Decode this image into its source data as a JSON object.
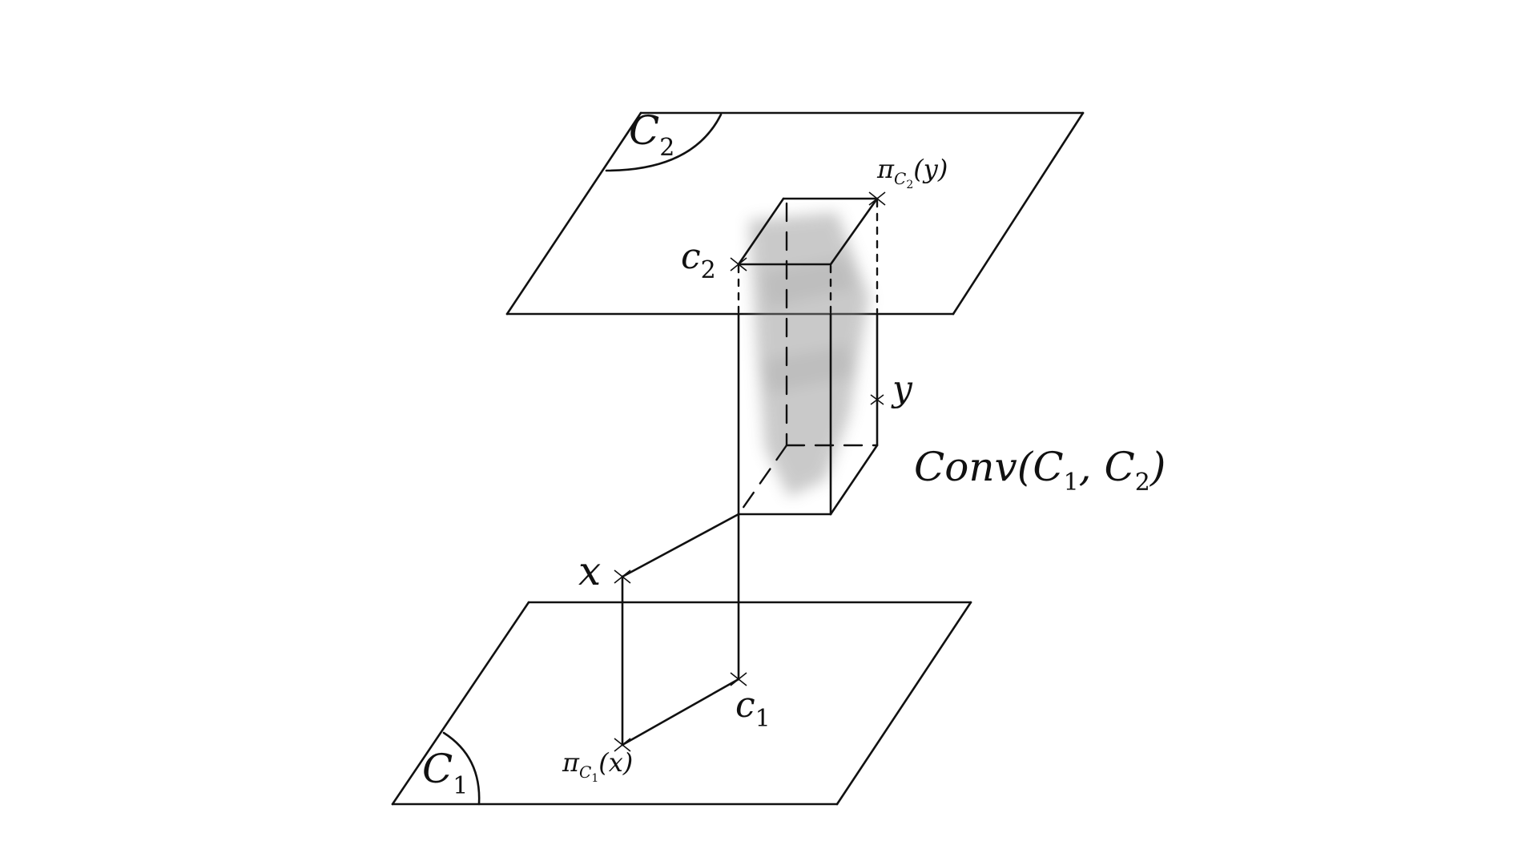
{
  "labels": {
    "set_c2": {
      "main": "C",
      "sub": "2"
    },
    "set_c1": {
      "main": "C",
      "sub": "1"
    },
    "point_c2": {
      "main": "c",
      "sub": "2"
    },
    "point_c1": {
      "main": "c",
      "sub": "1"
    },
    "point_x": "x",
    "point_y": "y",
    "proj_c2": {
      "pi": "π",
      "set": "C",
      "set_sub": "2",
      "arg": "(y)"
    },
    "proj_c1": {
      "pi": "π",
      "set": "C",
      "set_sub": "1",
      "arg": "(x)"
    },
    "conv": {
      "prefix": "Conv(C",
      "sub1": "1",
      "mid": ", C",
      "sub2": "2",
      "suffix": ")"
    }
  },
  "colors": {
    "stroke": "#111111",
    "shade": "#8a8a8a",
    "background": "#ffffff"
  }
}
